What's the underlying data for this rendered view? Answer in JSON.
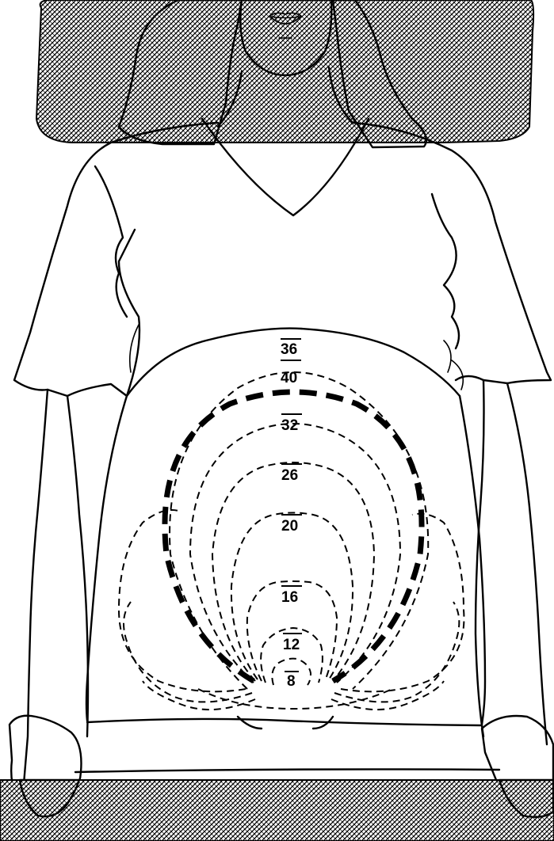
{
  "figure": {
    "labels": [
      {
        "id": "w36",
        "text": "36"
      },
      {
        "id": "w40",
        "text": "40"
      },
      {
        "id": "w32",
        "text": "32"
      },
      {
        "id": "w26",
        "text": "26"
      },
      {
        "id": "w20",
        "text": "20"
      },
      {
        "id": "w16",
        "text": "16"
      },
      {
        "id": "w12",
        "text": "12"
      },
      {
        "id": "w8",
        "text": "8"
      }
    ]
  },
  "colors": {
    "ink": "#000000",
    "paper": "#ffffff"
  }
}
